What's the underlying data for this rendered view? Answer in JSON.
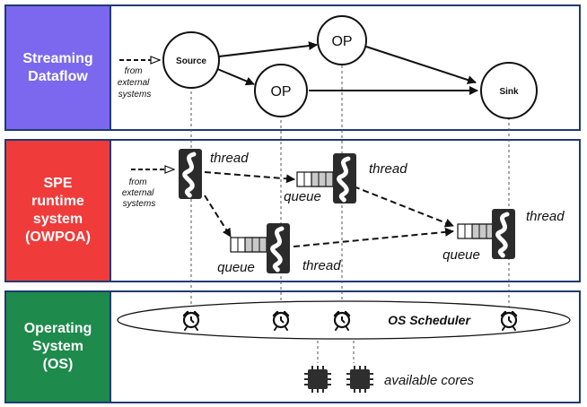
{
  "layers": [
    {
      "id": "dataflow",
      "label": "Streaming\nDataflow",
      "color": "#7b68ee"
    },
    {
      "id": "spe",
      "label": "SPE\nruntime\nsystem\n(OWPOA)",
      "color": "#f03b3b"
    },
    {
      "id": "os",
      "label": "Operating\nSystem\n(OS)",
      "color": "#1e8a4c"
    }
  ],
  "dataflow": {
    "source_label": "Source",
    "op_label": "OP",
    "sink_label": "Sink",
    "external_label": "from\nexternal\nsystems"
  },
  "runtime": {
    "thread_label": "thread",
    "queue_label": "queue",
    "external_label": "from\nexternal\nsystems"
  },
  "os": {
    "scheduler_label": "OS Scheduler",
    "cores_label": "available cores"
  }
}
